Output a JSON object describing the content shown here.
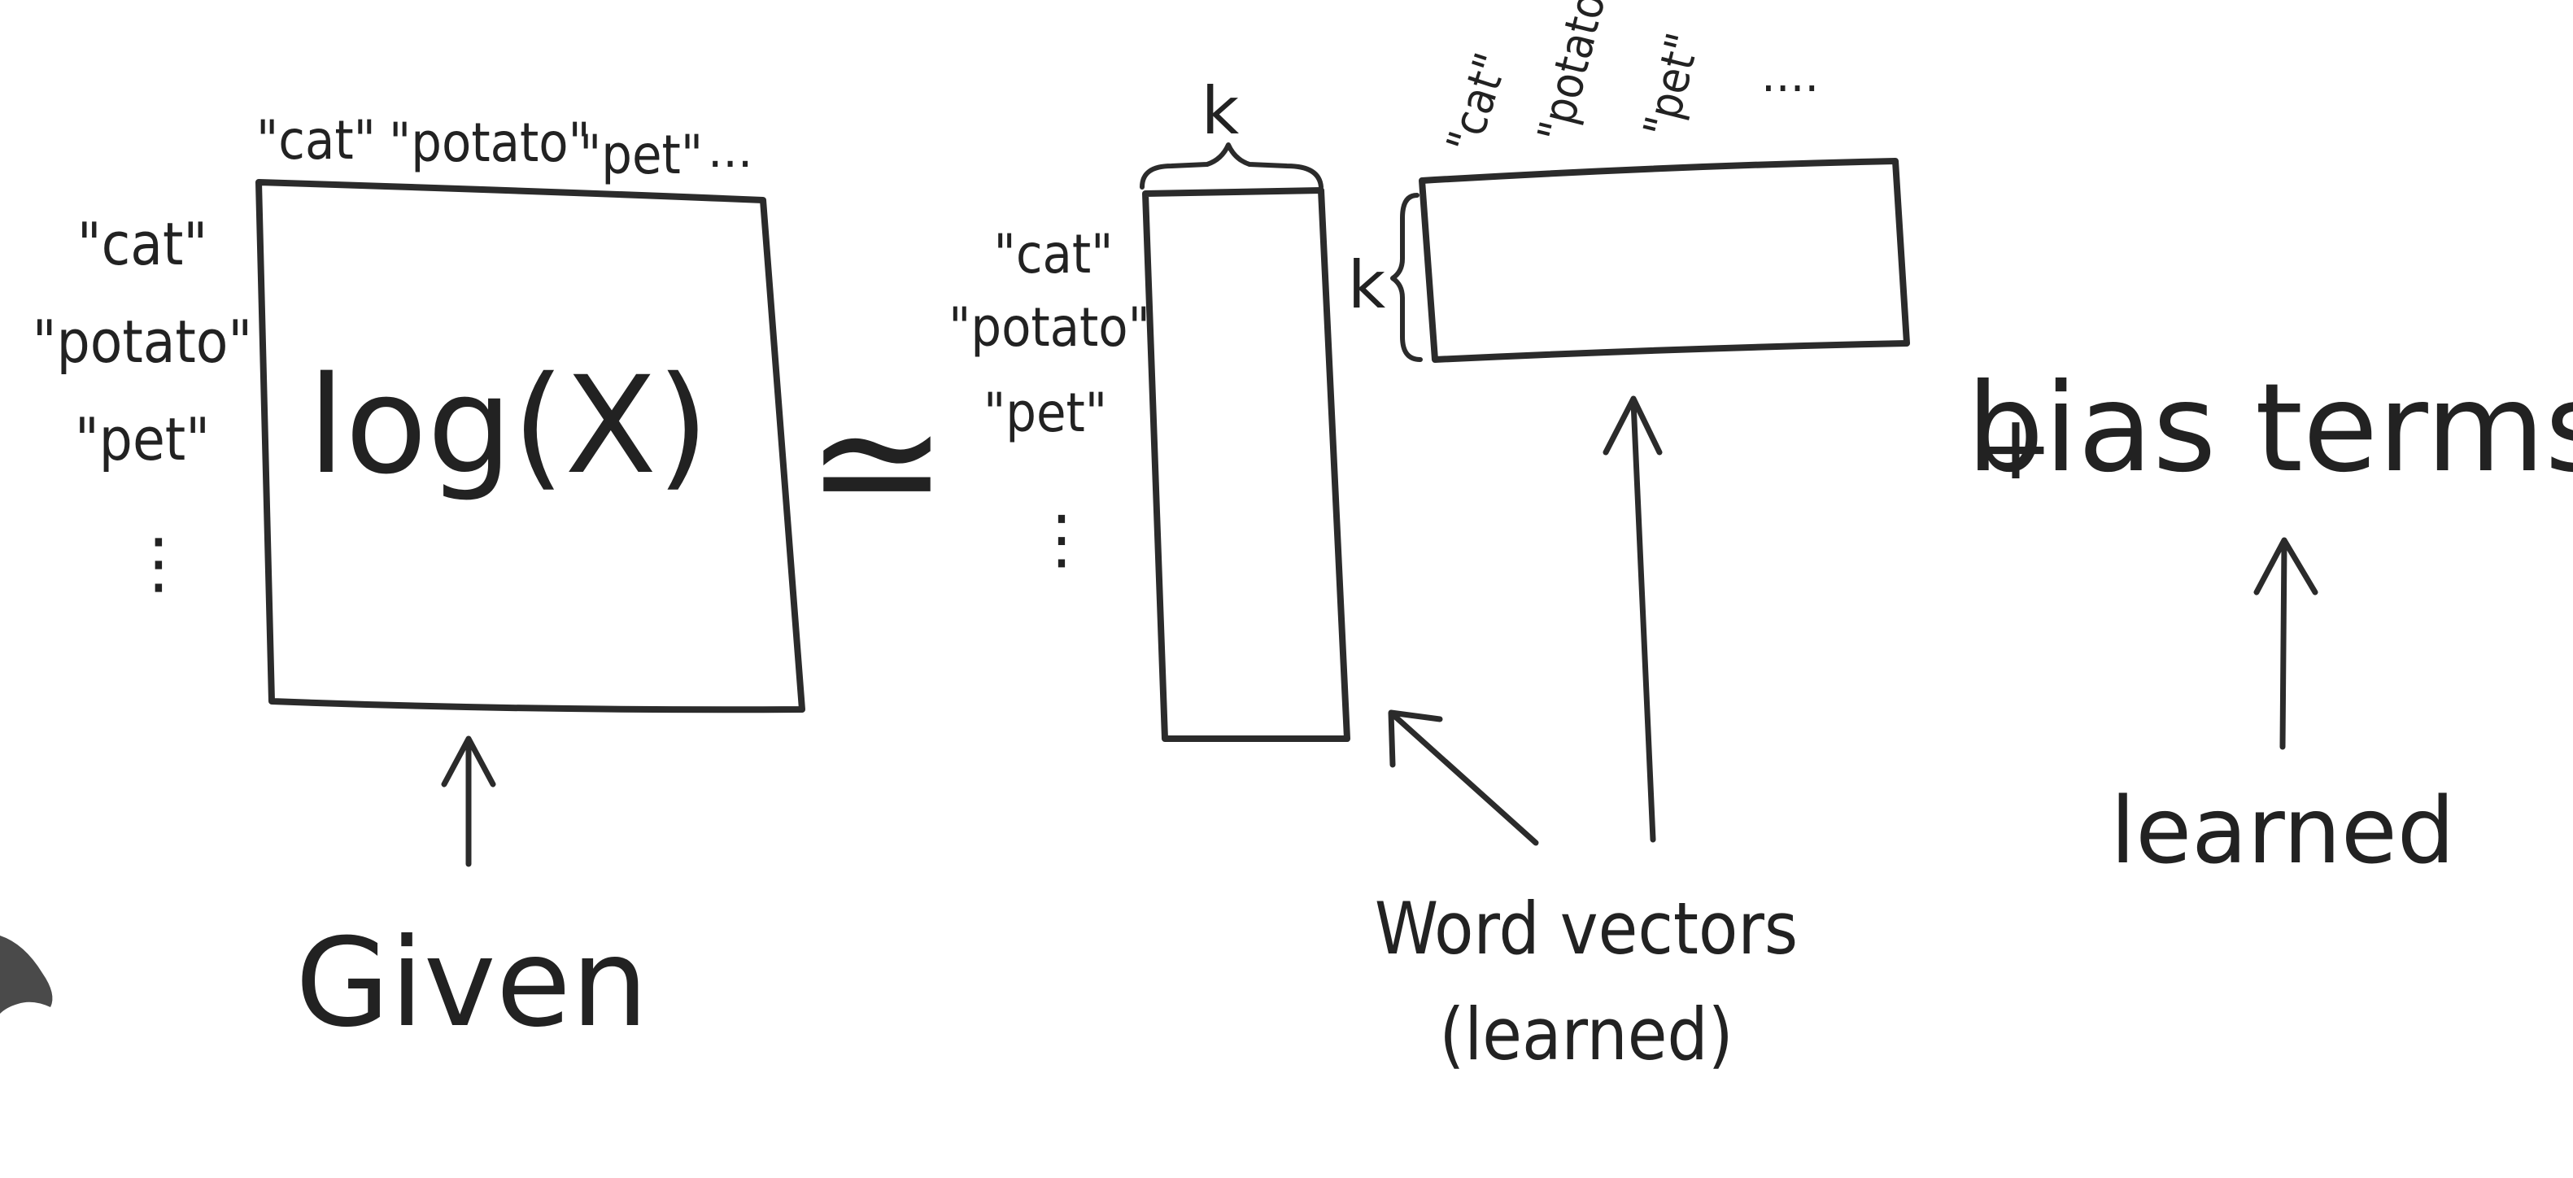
{
  "colors": {
    "background": "#ffffff",
    "ink": "#2b2b2b"
  },
  "matrix_x": {
    "col_labels": [
      "\"cat\"",
      "\"potato\"",
      "\"pet\"",
      "..."
    ],
    "row_labels": [
      "\"cat\"",
      "\"potato\"",
      "\"pet\"",
      "⋮"
    ],
    "formula": "log(X)",
    "caption": "Given"
  },
  "approx_symbol": "≃",
  "word_matrix": {
    "row_labels": [
      "\"cat\"",
      "\"potato\"",
      "\"pet\"",
      "⋮"
    ],
    "width_label": "k"
  },
  "context_matrix": {
    "col_labels": [
      "\"cat\"",
      "\"potato\"",
      "\"pet\"",
      "...."
    ],
    "height_label": "k"
  },
  "word_vectors_caption": {
    "line1": "Word vectors",
    "line2": "(learned)"
  },
  "bias": {
    "plus": "+",
    "label": "bias terms",
    "caption": "learned"
  }
}
